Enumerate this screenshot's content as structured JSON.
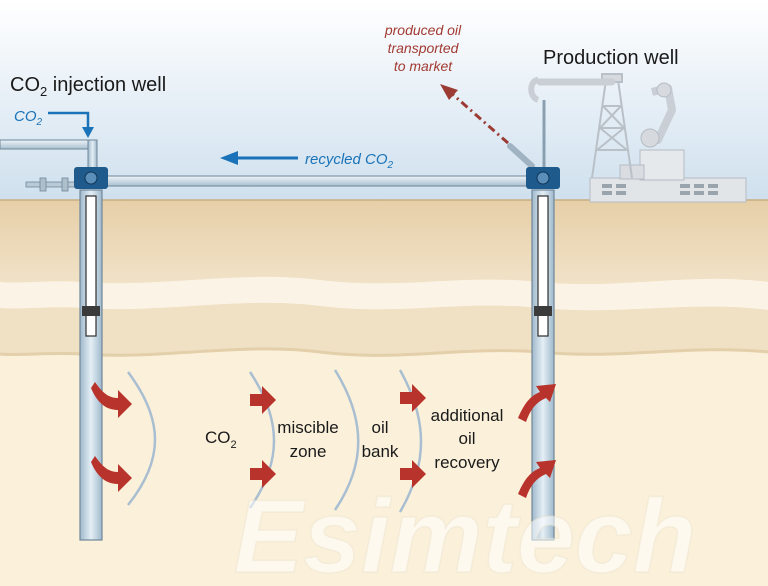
{
  "labels": {
    "injection_well_title_pre": "CO",
    "injection_well_title_sub": "2",
    "injection_well_title_post": " injection well",
    "production_well_title": "Production well",
    "co2_input_pre": "CO",
    "co2_input_sub": "2",
    "recycled_pre": "recycled CO",
    "recycled_sub": "2",
    "produced_oil_line1": "produced oil",
    "produced_oil_line2": "transported",
    "produced_oil_line3": "to market",
    "zone_co2_pre": "CO",
    "zone_co2_sub": "2",
    "zone_miscible_line1": "miscible",
    "zone_miscible_line2": "zone",
    "zone_oil_bank_line1": "oil",
    "zone_oil_bank_line2": "bank",
    "zone_recovery_line1": "additional",
    "zone_recovery_line2": "oil",
    "zone_recovery_line3": "recovery"
  },
  "watermark": "Esimtech",
  "colors": {
    "sky_top": "#ffffff",
    "sky_bottom": "#cfe0ee",
    "ground_surface": "#ead6b6",
    "sand_layer": "#f4ead6",
    "reservoir": "#fbf1db",
    "pipe": "#c4d6e4",
    "pipe_outline": "#6f8799",
    "wellhead_blue": "#1f5a8c",
    "co2_blue": "#1a73b8",
    "flow_red": "#b8332b",
    "front_line": "#a9bed1"
  },
  "icons": {
    "pump_jack": "pump-jack-icon",
    "derrick": "derrick-icon",
    "plant": "processing-plant-icon",
    "flow_arrow": "red-flow-arrow-icon",
    "co2_arrow": "blue-arrow-icon"
  }
}
